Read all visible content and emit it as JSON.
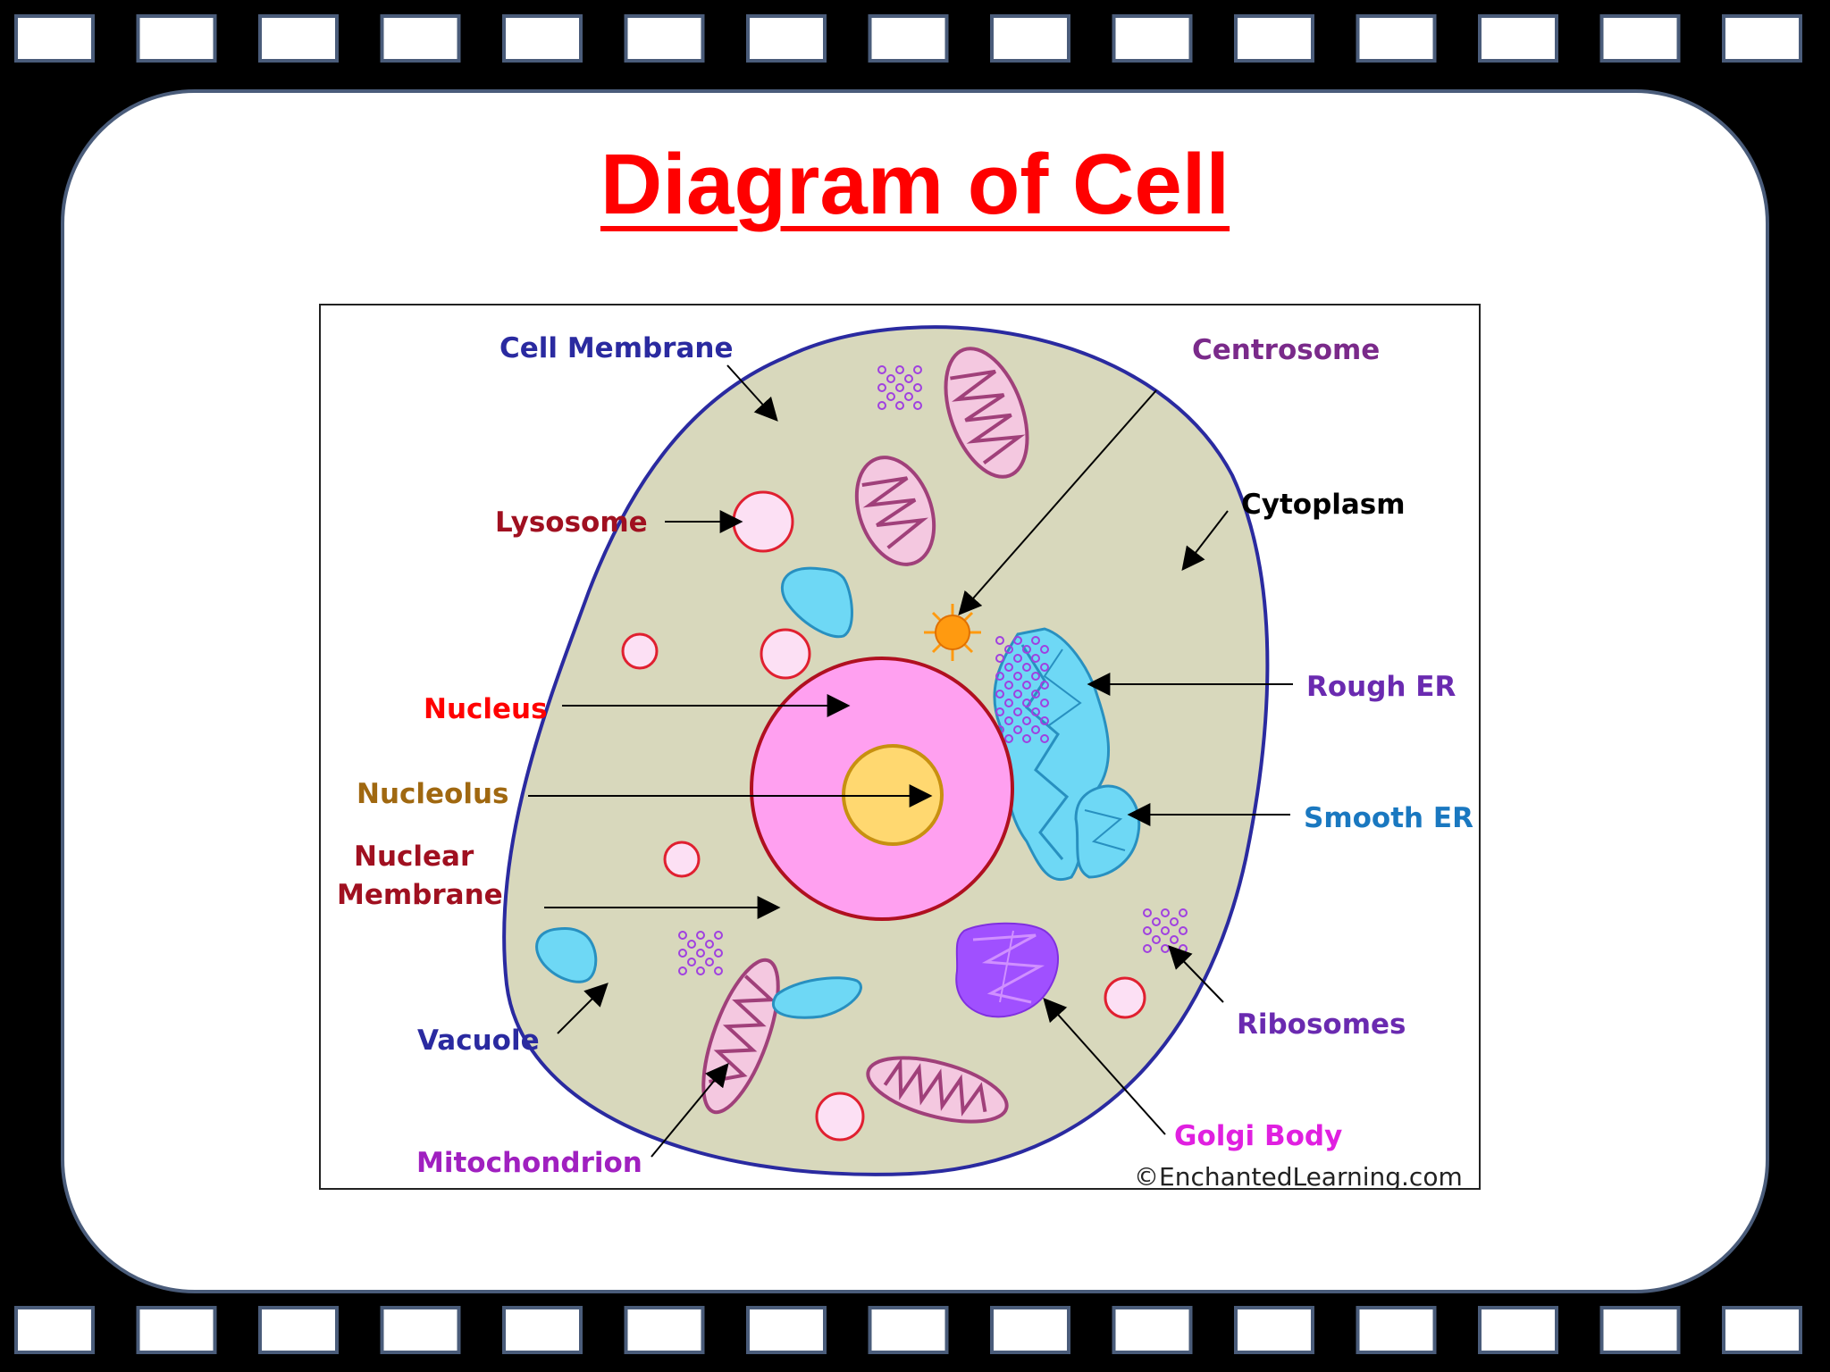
{
  "slide": {
    "title": "Diagram of Cell"
  },
  "diagram": {
    "labels": {
      "cell_membrane": "Cell Membrane",
      "centrosome": "Centrosome",
      "lysosome": "Lysosome",
      "cytoplasm": "Cytoplasm",
      "nucleus": "Nucleus",
      "rough_er": "Rough ER",
      "nucleolus": "Nucleolus",
      "smooth_er": "Smooth ER",
      "nuclear_membrane_line1": "Nuclear",
      "nuclear_membrane_line2": "Membrane",
      "vacuole": "Vacuole",
      "ribosomes": "Ribosomes",
      "mitochondrion": "Mitochondrion",
      "golgi_body": "Golgi Body"
    },
    "credit": "©EnchantedLearning.com",
    "colors": {
      "frame_bg": "#000000",
      "title": "#ff0000",
      "cytoplasm": "#d8d8bc",
      "membrane": "#2a2aa0",
      "nucleus": "#ffa0f0",
      "nucleolus": "#ffd870",
      "vacuole": "#6ed8f5",
      "mitochondrion": "#c06090",
      "golgi": "#a050ff",
      "centrosome": "#ff9a10"
    }
  }
}
